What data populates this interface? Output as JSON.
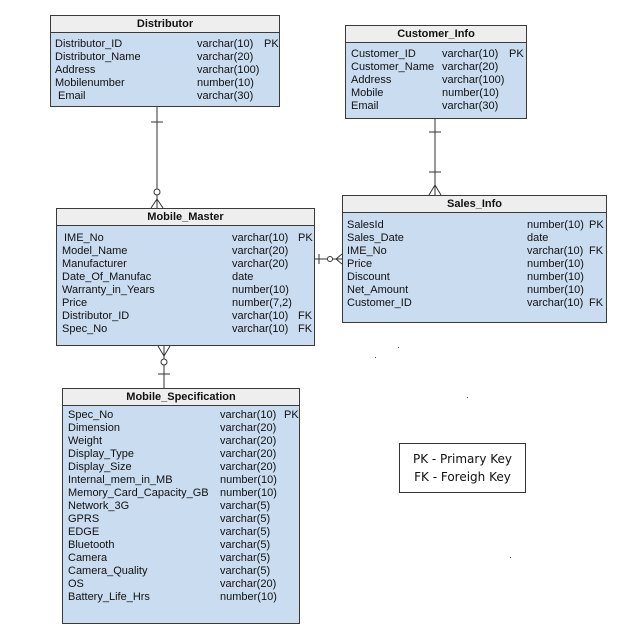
{
  "entities": {
    "distributor": {
      "name": "Distributor",
      "fields": [
        {
          "name": "Distributor_ID",
          "type": "varchar(10)",
          "key": "PK"
        },
        {
          "name": "Distributor_Name",
          "type": "varchar(20)",
          "key": ""
        },
        {
          "name": "Address",
          "type": "varchar(100)",
          "key": ""
        },
        {
          "name": "Mobilenumber",
          "type": "number(10)",
          "key": ""
        },
        {
          "name": "Email",
          "type": "varchar(30)",
          "key": ""
        }
      ]
    },
    "customer_info": {
      "name": "Customer_Info",
      "fields": [
        {
          "name": "Customer_ID",
          "type": "varchar(10)",
          "key": "PK"
        },
        {
          "name": "Customer_Name",
          "type": "varchar(20)",
          "key": ""
        },
        {
          "name": "Address",
          "type": "varchar(100)",
          "key": ""
        },
        {
          "name": "Mobile",
          "type": "number(10)",
          "key": ""
        },
        {
          "name": "Email",
          "type": "varchar(30)",
          "key": ""
        }
      ]
    },
    "mobile_master": {
      "name": "Mobile_Master",
      "fields": [
        {
          "name": "IME_No",
          "type": "varchar(10)",
          "key": "PK"
        },
        {
          "name": "Model_Name",
          "type": "varchar(20)",
          "key": ""
        },
        {
          "name": "Manufacturer",
          "type": "varchar(20)",
          "key": ""
        },
        {
          "name": "Date_Of_Manufac",
          "type": "date",
          "key": ""
        },
        {
          "name": "Warranty_in_Years",
          "type": "number(10)",
          "key": ""
        },
        {
          "name": "Price",
          "type": "number(7,2)",
          "key": ""
        },
        {
          "name": "Distributor_ID",
          "type": "varchar(10)",
          "key": "FK"
        },
        {
          "name": "Spec_No",
          "type": "varchar(10)",
          "key": "FK"
        }
      ]
    },
    "sales_info": {
      "name": "Sales_Info",
      "fields": [
        {
          "name": "SalesId",
          "type": "number(10)",
          "key": "PK"
        },
        {
          "name": "Sales_Date",
          "type": "date",
          "key": ""
        },
        {
          "name": "IME_No",
          "type": "varchar(10)",
          "key": "FK"
        },
        {
          "name": "Price",
          "type": "number(10)",
          "key": ""
        },
        {
          "name": "Discount",
          "type": "number(10)",
          "key": ""
        },
        {
          "name": "Net_Amount",
          "type": "number(10)",
          "key": ""
        },
        {
          "name": "Customer_ID",
          "type": "varchar(10)",
          "key": "FK"
        }
      ]
    },
    "mobile_specification": {
      "name": "Mobile_Specification",
      "fields": [
        {
          "name": "Spec_No",
          "type": "varchar(10)",
          "key": "PK"
        },
        {
          "name": "Dimension",
          "type": "varchar(20)",
          "key": ""
        },
        {
          "name": "Weight",
          "type": "varchar(20)",
          "key": ""
        },
        {
          "name": "Display_Type",
          "type": "varchar(20)",
          "key": ""
        },
        {
          "name": "Display_Size",
          "type": "varchar(20)",
          "key": ""
        },
        {
          "name": "Internal_mem_in_MB",
          "type": "number(10)",
          "key": ""
        },
        {
          "name": "Memory_Card_Capacity_GB",
          "type": "number(10)",
          "key": ""
        },
        {
          "name": "Network_3G",
          "type": "varchar(5)",
          "key": ""
        },
        {
          "name": "GPRS",
          "type": "varchar(5)",
          "key": ""
        },
        {
          "name": "EDGE",
          "type": "varchar(5)",
          "key": ""
        },
        {
          "name": "Bluetooth",
          "type": "varchar(5)",
          "key": ""
        },
        {
          "name": "Camera",
          "type": "varchar(5)",
          "key": ""
        },
        {
          "name": "Camera_Quality",
          "type": "varchar(5)",
          "key": ""
        },
        {
          "name": "OS",
          "type": "varchar(20)",
          "key": ""
        },
        {
          "name": "Battery_Life_Hrs",
          "type": "number(10)",
          "key": ""
        }
      ]
    }
  },
  "legend": {
    "pk": "PK - Primary Key",
    "fk": "FK - Foreigh Key"
  },
  "colors": {
    "entity_fill": "#c9dcf0",
    "header_fill": "#eeeeee",
    "border": "#3a3a3a"
  }
}
